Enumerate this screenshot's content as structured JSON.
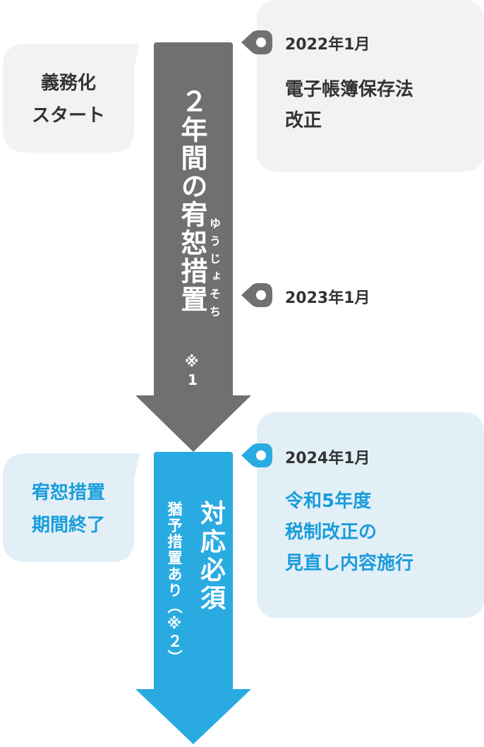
{
  "colors": {
    "gray_arrow": "#707070",
    "blue_arrow": "#29abe2",
    "gray_bubble": "#f2f2f2",
    "blue_bubble": "#e3eff7",
    "dark_text": "#333333",
    "blue_text": "#1a9ddb",
    "white": "#ffffff"
  },
  "phase1": {
    "bubble_line1": "義務化",
    "bubble_line2": "スタート",
    "arrow_title": "２年間の宥恕措置",
    "ruby": "ゆうじょそち",
    "note": "※",
    "note_num": "1"
  },
  "phase2": {
    "bubble_line1": "宥恕措置",
    "bubble_line2": "期間終了",
    "arrow_main": "対応必須",
    "arrow_sub": "猶予措置あり（※２）"
  },
  "timeline": [
    {
      "date": "2022年1月",
      "lines": [
        "電子帳簿保存法",
        "改正"
      ],
      "icon": "pin-marker-icon"
    },
    {
      "date": "2023年1月",
      "lines": [],
      "icon": "pin-marker-icon"
    },
    {
      "date": "2024年1月",
      "lines": [
        "令和5年度",
        "税制改正の",
        "見直し内容施行"
      ],
      "icon": "pin-marker-icon"
    }
  ]
}
